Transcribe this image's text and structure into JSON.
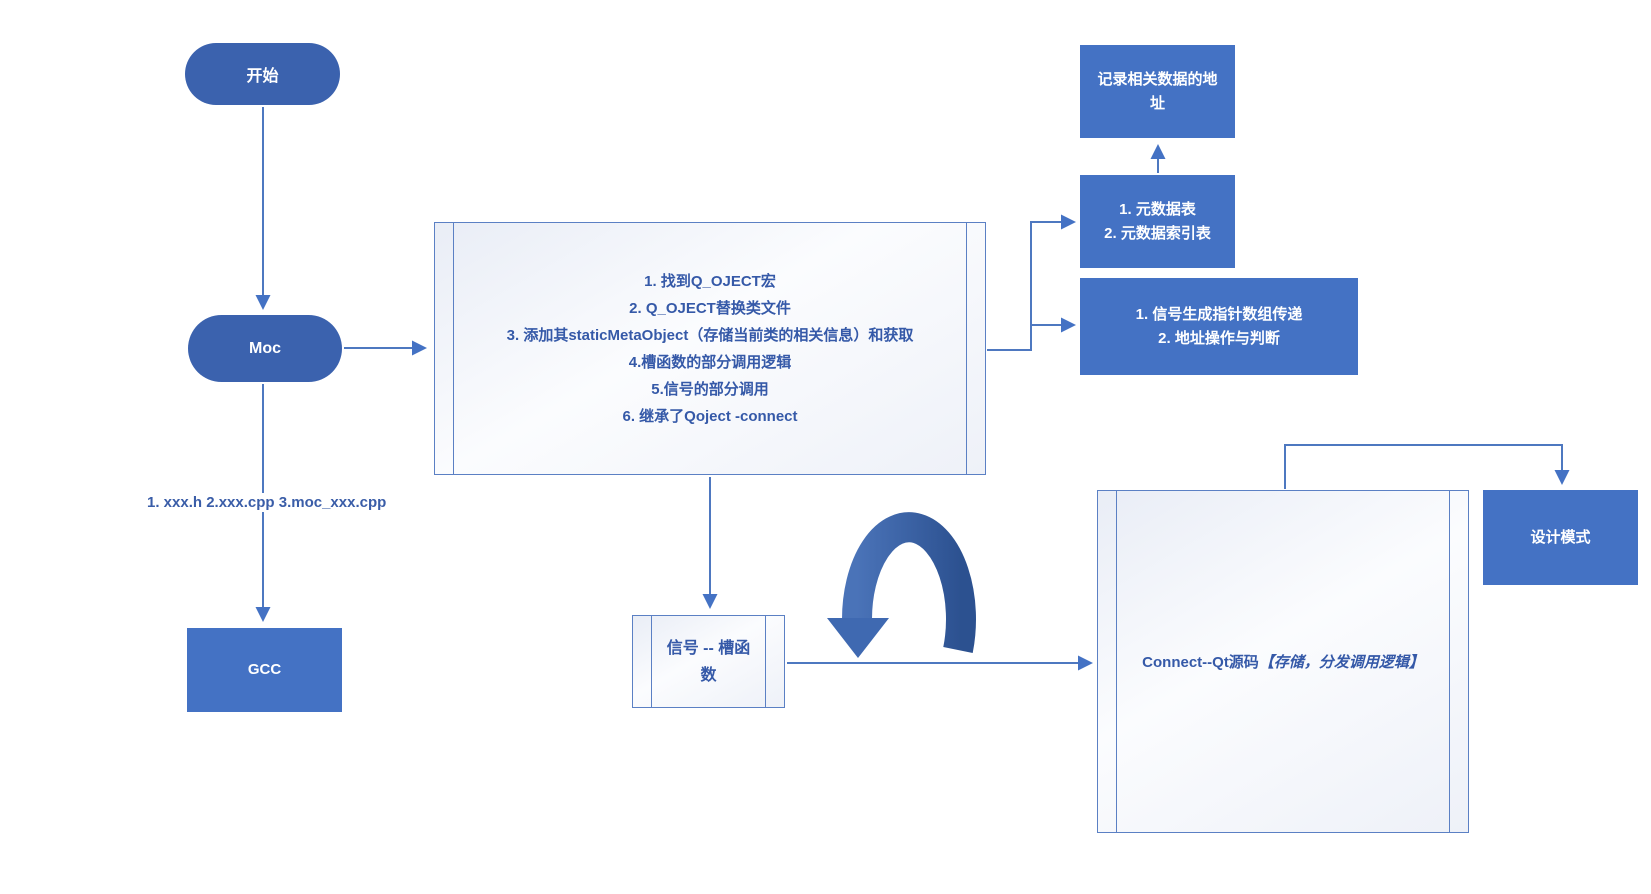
{
  "diagram": {
    "nodes": {
      "start": {
        "label": "开始"
      },
      "moc": {
        "label": "Moc"
      },
      "gcc": {
        "label": "GCC"
      },
      "moc_steps": {
        "label": "1. 找到Q_OJECT宏\n2. Q_OJECT替换类文件\n3. 添加其staticMetaObject（存储当前类的相关信息）和获取\n4.槽函数的部分调用逻辑\n5.信号的部分调用\n6. 继承了Qoject -connect"
      },
      "record_address": {
        "label": "记录相关数据的地\n址"
      },
      "meta_tables": {
        "label": "1. 元数据表\n2. 元数据索引表"
      },
      "signal_pointer_ops": {
        "label": "1. 信号生成指针数组传递\n2. 地址操作与判断"
      },
      "signal_slot": {
        "label": "信号 -- 槽函\n数"
      },
      "connect_source": {
        "label_prefix": "Connect--Qt源码",
        "label_bracket": "【存储，分发调用逻辑】"
      },
      "design_pattern": {
        "label": "设计模式"
      }
    },
    "edge_labels": {
      "moc_to_gcc": "1. xxx.h 2.xxx.cpp 3.moc_xxx.cpp"
    },
    "colors": {
      "node_fill": "#4472c4",
      "pill_fill": "#3b62ae",
      "connector": "#4e78c0",
      "dark_text": "#3559a8",
      "loop_arrow_left": "#4a73b8",
      "loop_arrow_right": "#2c5190"
    }
  }
}
